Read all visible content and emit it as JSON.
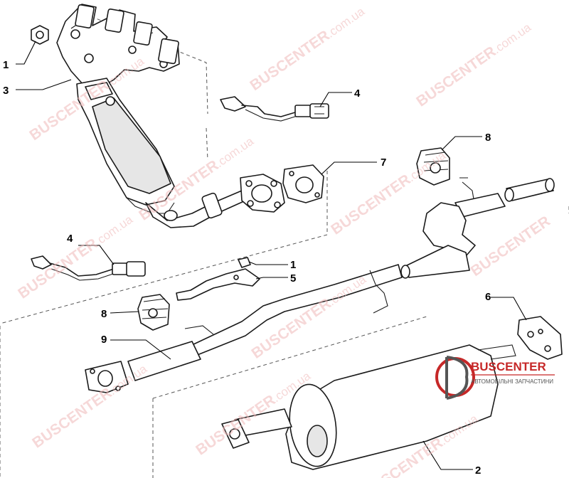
{
  "callouts": {
    "c1_top": "1",
    "c3": "3",
    "c4_right": "4",
    "c8_top": "8",
    "c7": "7",
    "c4_left": "4",
    "c1_mid": "1",
    "c5": "5",
    "c8_left": "8",
    "c6": "6",
    "c9": "9",
    "c2": "2"
  },
  "watermark": {
    "brand": "BUSCENTER",
    "domain": ".com.ua"
  },
  "logo": {
    "name": "BUSCENTER",
    "tagline": "АВТОМОБІЛЬНІ ЗАПЧАСТИНИ"
  }
}
